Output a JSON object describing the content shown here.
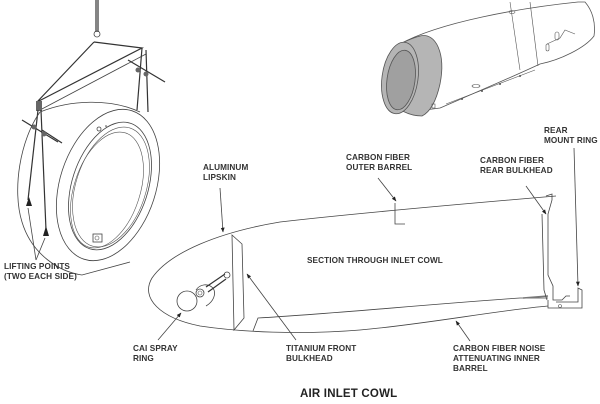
{
  "title": "AIR INLET COWL",
  "section_caption": "SECTION THROUGH INLET COWL",
  "labels": {
    "lifting_points": "LIFTING POINTS\n(TWO EACH SIDE)",
    "aluminum_lipskin": "ALUMINUM\nLIPSKIN",
    "outer_barrel": "CARBON FIBER\nOUTER BARREL",
    "rear_bulkhead": "CARBON FIBER\nREAR BULKHEAD",
    "rear_mount_ring": "REAR\nMOUNT RING",
    "cai_spray_ring": "CAI SPRAY\nRING",
    "front_bulkhead": "TITANIUM FRONT\nBULKHEAD",
    "inner_barrel": "CARBON FIBER NOISE\nATTENUATING INNER\nBARREL"
  },
  "colors": {
    "inlet_cowl_fill": "#b5b5b5",
    "inlet_opening_fill": "#a0a0a0",
    "line": "#444444"
  }
}
